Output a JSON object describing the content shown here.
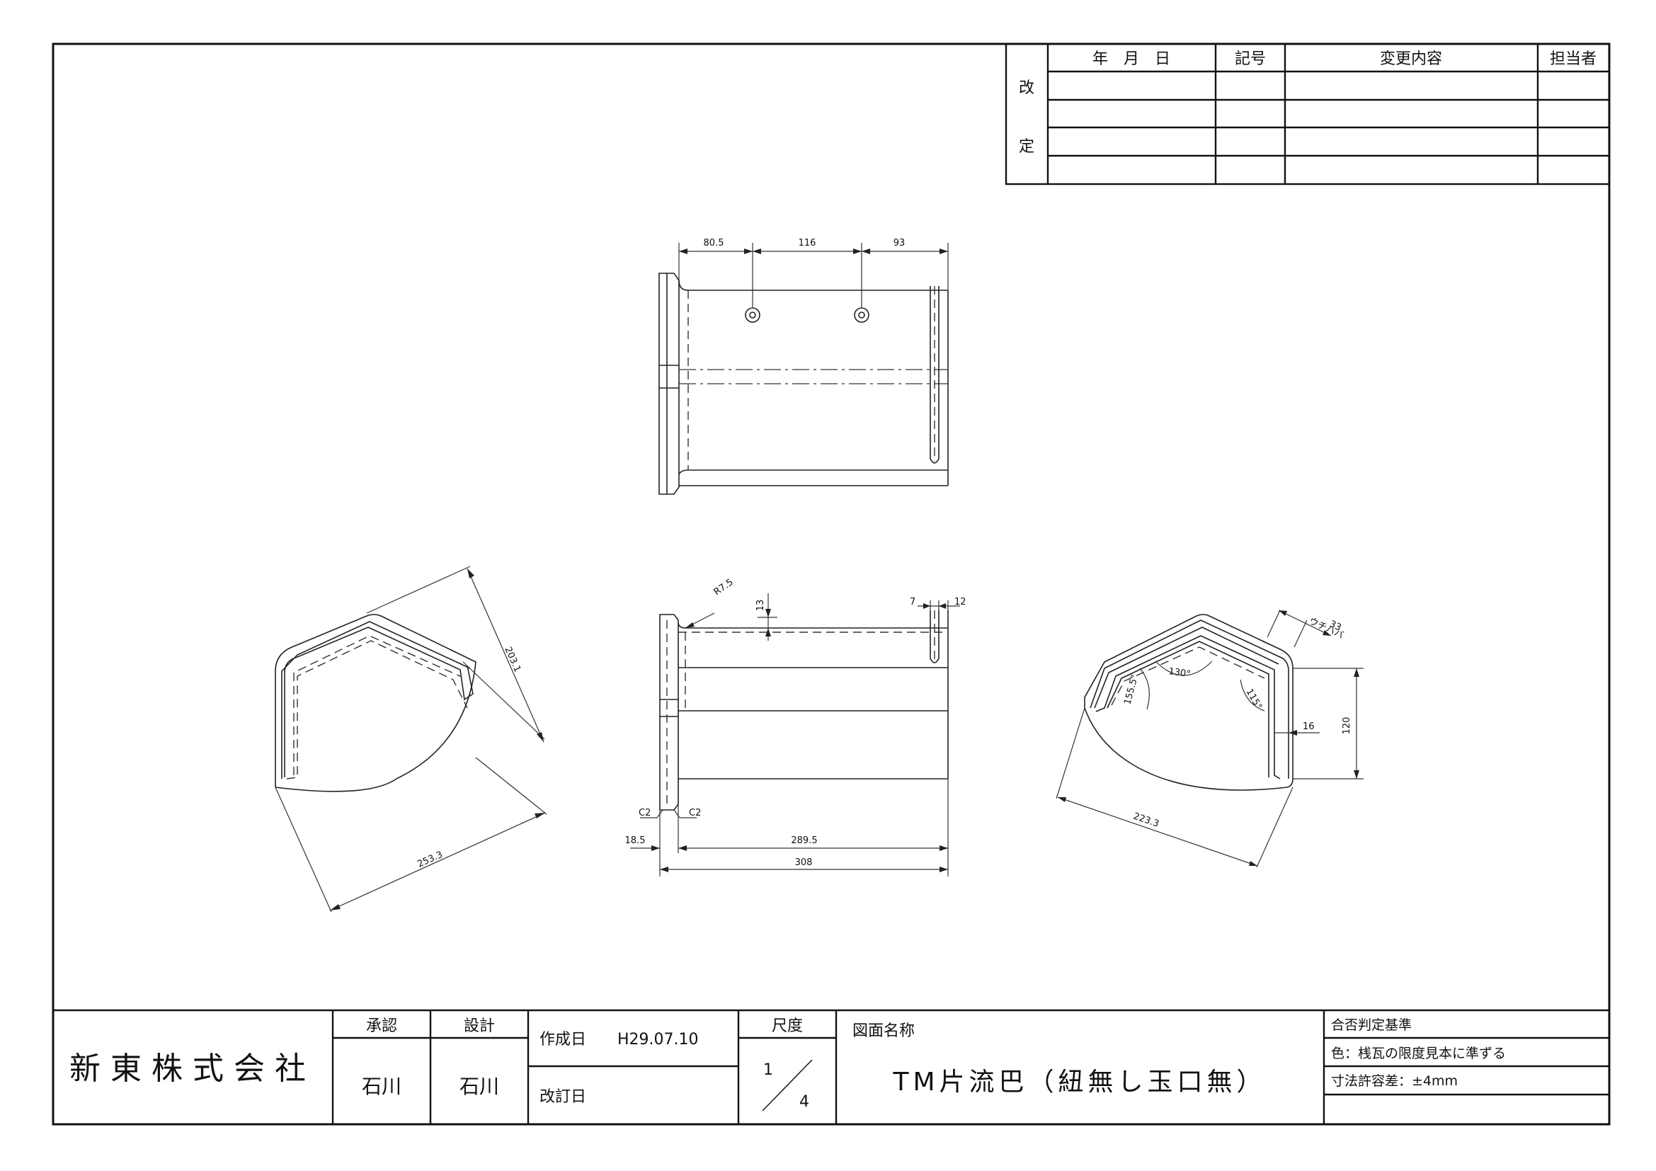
{
  "revision_table": {
    "side_label_1": "改",
    "side_label_2": "定",
    "headers": {
      "date": "年　月　日",
      "mark": "記号",
      "content": "変更内容",
      "person": "担当者"
    }
  },
  "title_block": {
    "company": "新東株式会社",
    "approval_label": "承認",
    "approval_name": "石川",
    "design_label": "設計",
    "design_name": "石川",
    "created_label": "作成日",
    "created_date": "H29.07.10",
    "revised_label": "改訂日",
    "scale_label": "尺度",
    "scale_num": "1",
    "scale_den": "4",
    "drawing_name_label": "図面名称",
    "drawing_name": "TM片流巴（紐無し玉口無）",
    "criteria_label": "合否判定基準",
    "criteria_color": "色：桟瓦の限度見本に準ずる",
    "criteria_tolerance": "寸法許容差：±4mm"
  },
  "dimensions": {
    "top_80": "80.5",
    "top_116": "116",
    "top_93": "93",
    "left_203": "203.1",
    "left_253": "253.3",
    "front_r": "R7.5",
    "front_13": "13",
    "front_7": "7",
    "front_12": "12",
    "front_c2a": "C2",
    "front_c2b": "C2",
    "front_185": "18.5",
    "front_2895": "289.5",
    "front_308": "308",
    "right_33": "33",
    "right_130": "130°",
    "right_1555": "155.5°",
    "right_115": "115°",
    "right_16": "16",
    "right_120": "120",
    "right_2233": "223.3",
    "right_side": "ウチハバ"
  }
}
